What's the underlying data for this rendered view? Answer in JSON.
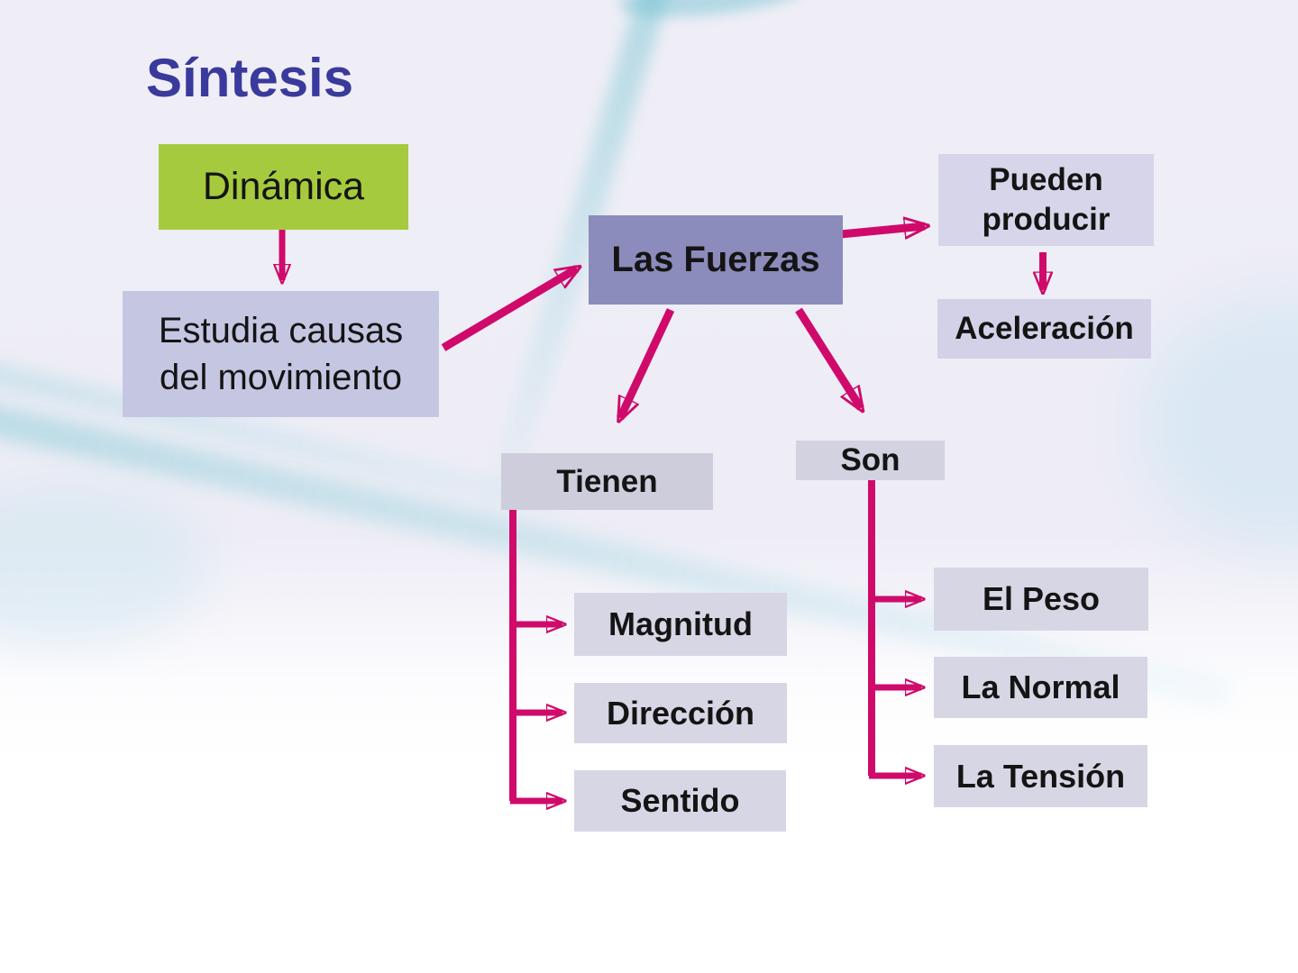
{
  "title": "Síntesis",
  "nodes": {
    "dinamica": {
      "label": "Dinámica"
    },
    "estudia": {
      "label": "Estudia causas del movimiento"
    },
    "las_fuerzas": {
      "label": "Las Fuerzas"
    },
    "pueden_producir": {
      "label": "Pueden producir"
    },
    "aceleracion": {
      "label": "Aceleración"
    },
    "tienen": {
      "label": "Tienen"
    },
    "son": {
      "label": "Son"
    },
    "magnitud": {
      "label": "Magnitud"
    },
    "direccion": {
      "label": "Dirección"
    },
    "sentido": {
      "label": "Sentido"
    },
    "el_peso": {
      "label": "El Peso"
    },
    "la_normal": {
      "label": "La Normal"
    },
    "la_tension": {
      "label": "La Tensión"
    }
  },
  "edges": [
    {
      "from": "dinamica",
      "to": "estudia"
    },
    {
      "from": "estudia",
      "to": "las_fuerzas"
    },
    {
      "from": "las_fuerzas",
      "to": "pueden_producir"
    },
    {
      "from": "pueden_producir",
      "to": "aceleracion"
    },
    {
      "from": "las_fuerzas",
      "to": "tienen"
    },
    {
      "from": "las_fuerzas",
      "to": "son"
    },
    {
      "from": "tienen",
      "to": "magnitud"
    },
    {
      "from": "tienen",
      "to": "direccion"
    },
    {
      "from": "tienen",
      "to": "sentido"
    },
    {
      "from": "son",
      "to": "el_peso"
    },
    {
      "from": "son",
      "to": "la_normal"
    },
    {
      "from": "son",
      "to": "la_tension"
    }
  ],
  "colors": {
    "title_text": "#3a3a9c",
    "arrow": "#cf0a6b",
    "node_green": "#a6ca3d",
    "node_primary": "#8b8bbc",
    "node_light": "#c5c6e2",
    "node_lighter": "#d7d6e4",
    "node_text": "#141414"
  }
}
